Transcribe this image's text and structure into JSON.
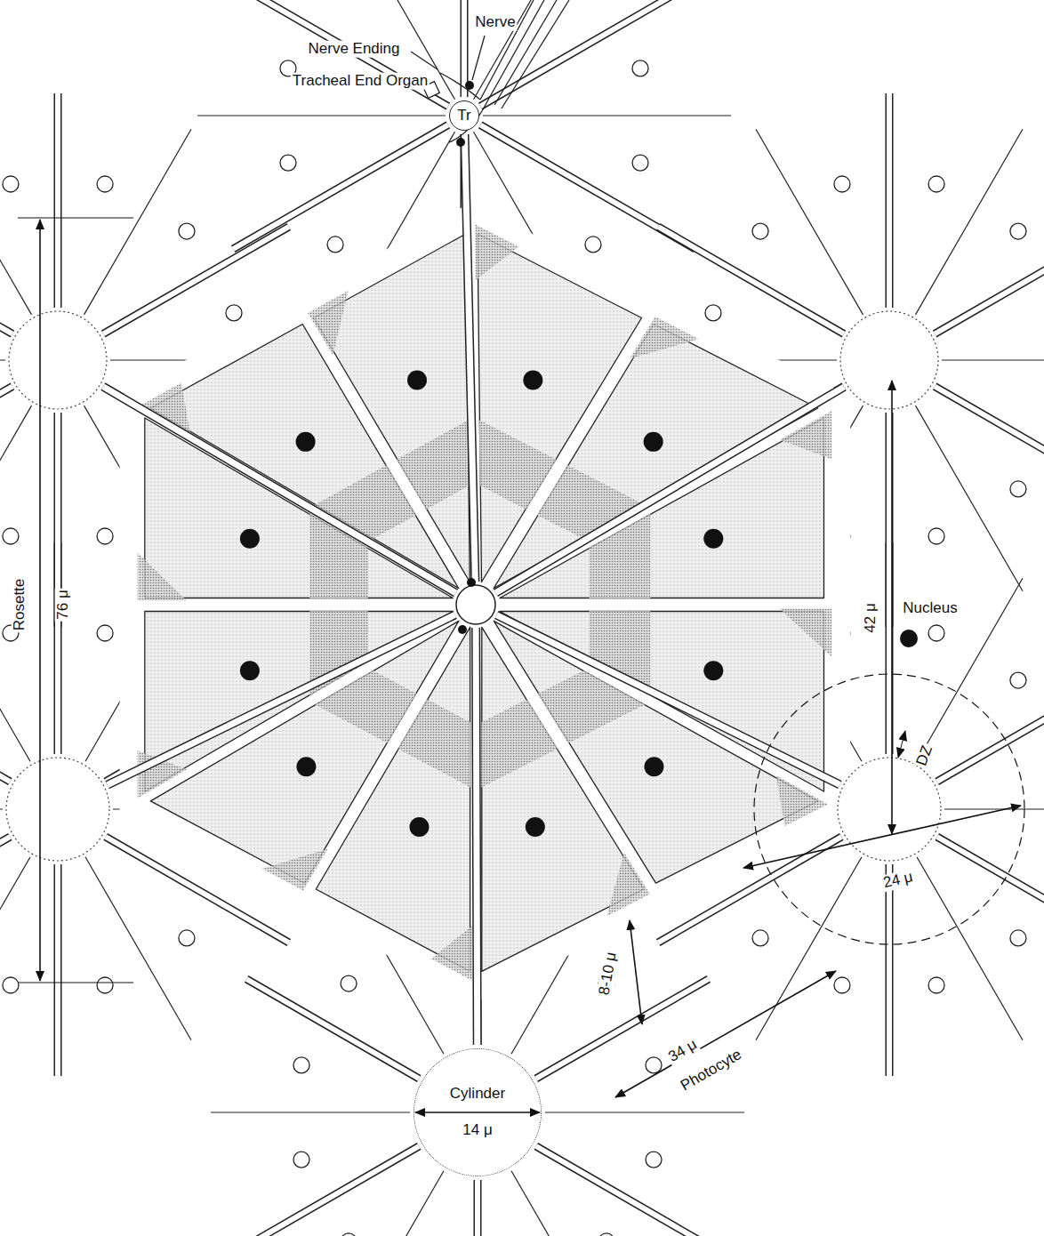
{
  "diagram": {
    "nodes": [
      {
        "text": [
          "Tr"
        ]
      },
      {
        "text": [
          "Cylinder",
          "14 μ"
        ]
      }
    ],
    "labels": [
      "Nerve",
      "Nerve Ending",
      "Tracheal End Organ",
      "Rosette",
      "76 μ",
      "Nucleus",
      "42 μ",
      "DZ",
      "24 μ",
      "8-10 μ",
      "34 μ",
      "Photocyte"
    ]
  }
}
